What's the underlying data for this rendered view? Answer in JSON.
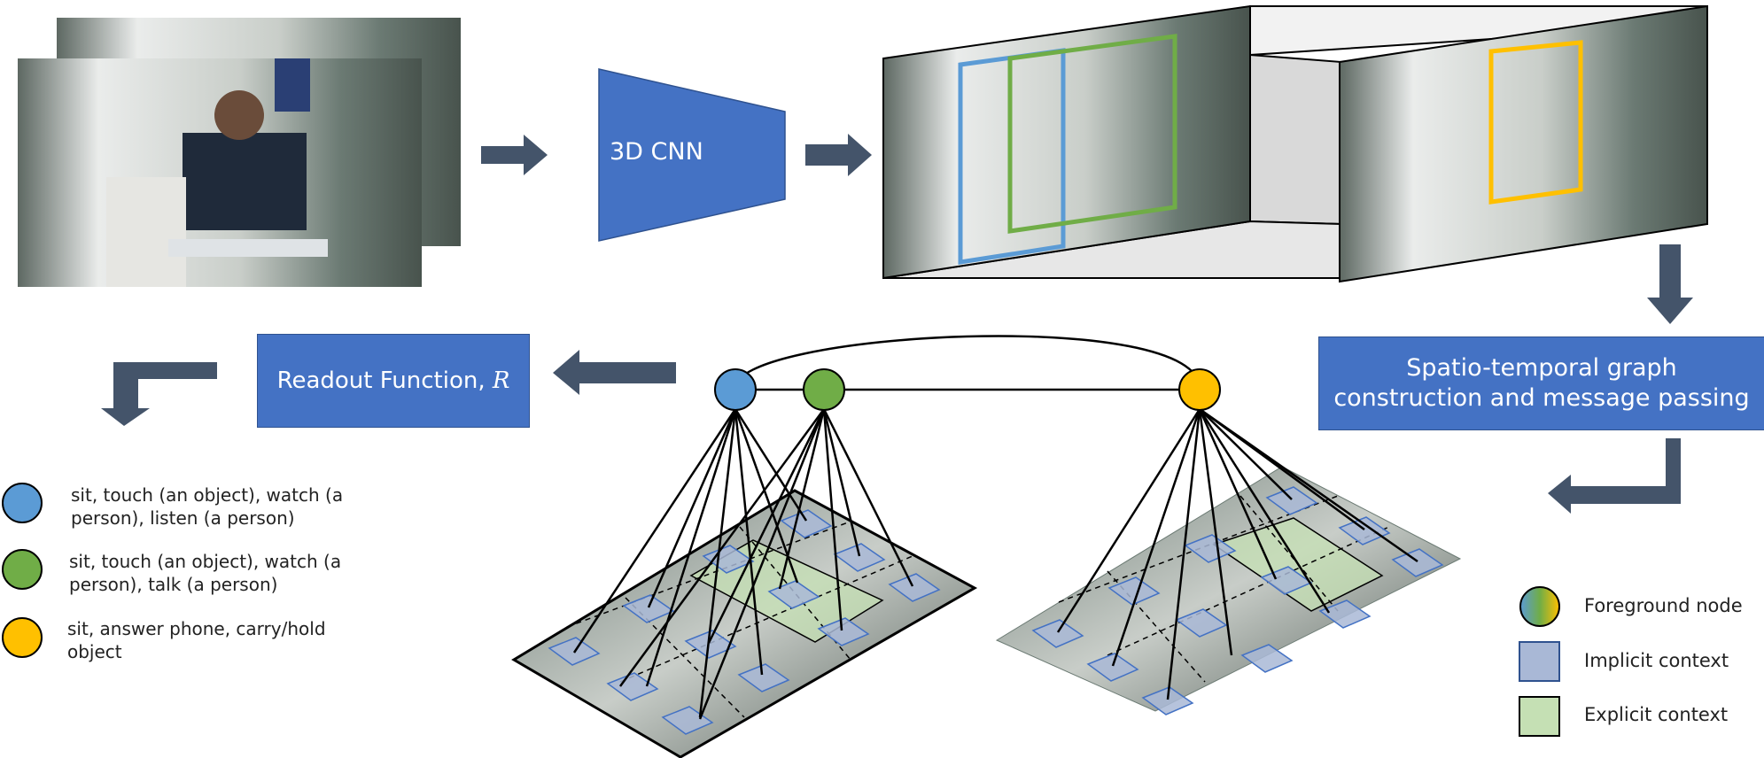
{
  "pipeline": {
    "cnn_label": "3D CNN",
    "readout_label": "Readout Function, ",
    "readout_symbol": "R",
    "graph_label_line1": "Spatio-temporal graph",
    "graph_label_line2": "construction and message passing"
  },
  "predictions": [
    {
      "color": "#5b9bd5",
      "line1": "sit, touch (an object), watch (a",
      "line2": "person), listen (a person)"
    },
    {
      "color": "#70ad47",
      "line1": "sit, touch (an object), watch (a",
      "line2": "person), talk (a person)"
    },
    {
      "color": "#ffc000",
      "line1": "sit, answer phone, carry/hold",
      "line2": "object"
    }
  ],
  "key": {
    "foreground": "Foreground node",
    "implicit": "Implicit context",
    "explicit": "Explicit context"
  },
  "colors": {
    "box_blue": "#4472c4",
    "arrow": "#44546a",
    "node_blue": "#5b9bd5",
    "node_green": "#70ad47",
    "node_yellow": "#ffc000",
    "implicit_fill": "#a9b8d6",
    "explicit_fill": "#c5e0b4"
  }
}
